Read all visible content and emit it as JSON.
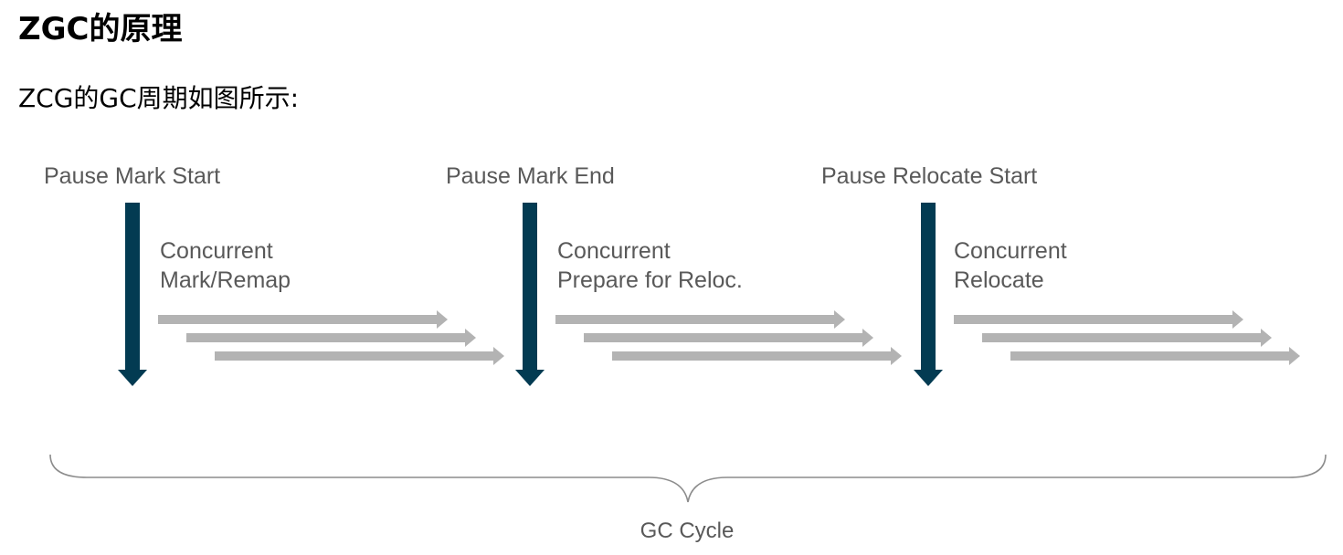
{
  "heading": "ZGC的原理",
  "intro": "ZCG的GC周期如图所示:",
  "diagram": {
    "pauses": [
      {
        "label": "Pause Mark Start"
      },
      {
        "label": "Pause Mark End"
      },
      {
        "label": "Pause Relocate Start"
      }
    ],
    "phases": [
      {
        "line1": "Concurrent",
        "line2": "Mark/Remap"
      },
      {
        "line1": "Concurrent",
        "line2": "Prepare for Reloc."
      },
      {
        "line1": "Concurrent",
        "line2": "Relocate"
      }
    ],
    "cycle_label": "GC Cycle",
    "colors": {
      "pause_arrow": "#033b52",
      "concurrent_arrow": "#b3b3b3",
      "text": "#595959"
    }
  }
}
